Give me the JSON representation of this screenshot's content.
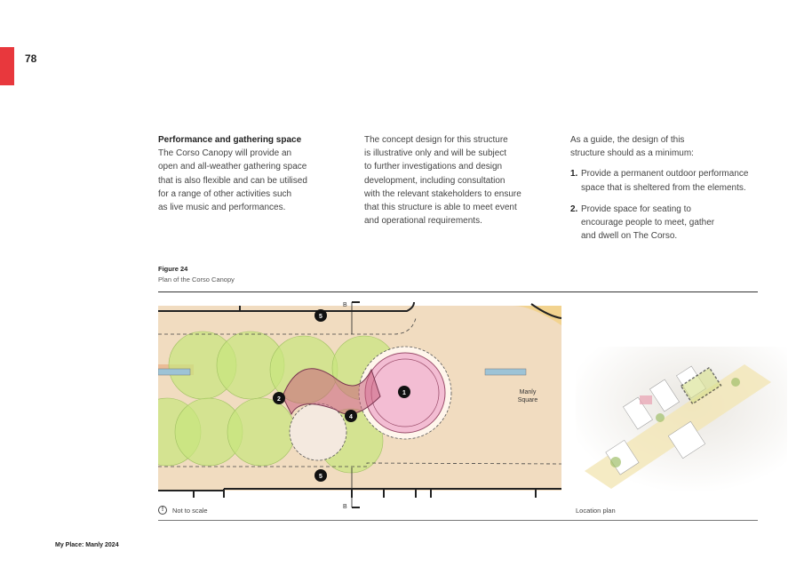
{
  "page": {
    "number": "78",
    "footer": "My Place: Manly 2024",
    "accent": "#e8383d"
  },
  "columns": {
    "c1": {
      "heading": "Performance and gathering space",
      "body": [
        "The Corso Canopy will provide an",
        "open and all-weather gathering space",
        "that is also flexible and can be utilised",
        "for a range of other activities such",
        "as live music and performances."
      ]
    },
    "c2": {
      "body": [
        "The concept design for this structure",
        "is illustrative only and will be subject",
        "to further investigations and design",
        "development, including consultation",
        "with the relevant stakeholders to ensure",
        "that this structure is able to meet event",
        "and operational requirements."
      ]
    },
    "c3": {
      "intro": [
        "As a guide, the design of this",
        "structure should as a minimum:"
      ],
      "items": [
        {
          "n": "1.",
          "lines": [
            "Provide a permanent outdoor performance",
            "space that is sheltered from the elements."
          ]
        },
        {
          "n": "2.",
          "lines": [
            "Provide space for seating to",
            "encourage people to meet, gather",
            "and dwell on The Corso."
          ]
        }
      ]
    }
  },
  "figure": {
    "label": "Figure 24",
    "title": "Plan of the Corso Canopy",
    "not_to_scale": "Not to scale",
    "location_caption": "Location plan",
    "section_marker": "B",
    "place_label": [
      "Manly",
      "Square"
    ],
    "markers": [
      "1",
      "2",
      "4",
      "5",
      "5"
    ]
  }
}
